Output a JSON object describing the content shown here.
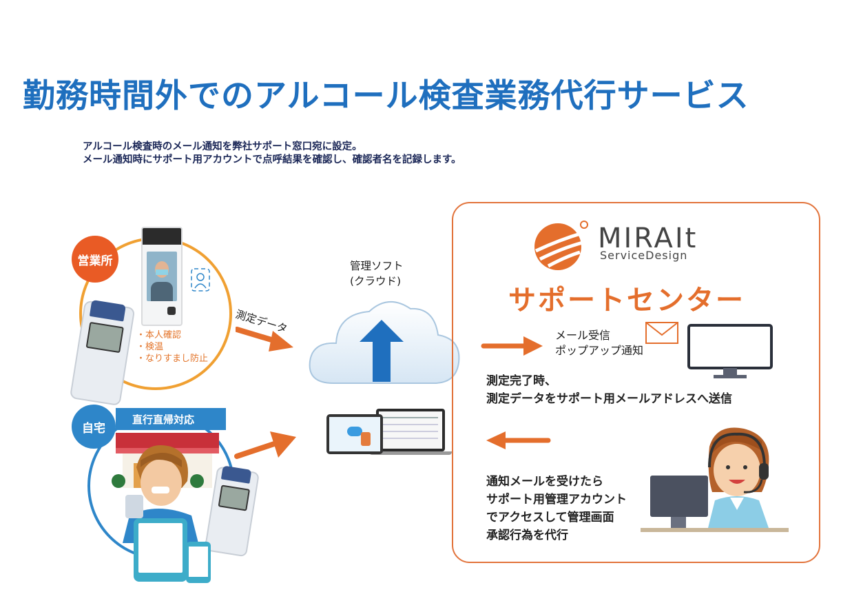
{
  "title": "勤務時間外でのアルコール検査業務代行サービス",
  "description": [
    "アルコール検査時のメール通知を弊社サポート窓口宛に設定。",
    "メール通知時にサポート用アカウントで点呼結果を確認し、確認者名を記録します。"
  ],
  "office": {
    "badge": "営業所",
    "bullets": [
      "・本人確認",
      "・検温",
      "・なりすまし防止"
    ]
  },
  "home": {
    "badge": "自宅",
    "banner": "直行直帰対応"
  },
  "flow": {
    "data_label": "測定データ",
    "cloud_label_1": "管理ソフト",
    "cloud_label_2": "(クラウド)"
  },
  "support": {
    "brand": "MIRAIt",
    "brand_sub": "ServiceDesign",
    "title": "サポートセンター",
    "mail_line_1": "メール受信",
    "mail_line_2": "ポップアップ通知",
    "send_line_1": "測定完了時、",
    "send_line_2": "測定データをサポート用メールアドレスへ送信",
    "act_lines": [
      "通知メールを受けたら",
      "サポート用管理アカウント",
      "でアクセスして管理画面",
      "承認行為を代行"
    ]
  },
  "colors": {
    "title": "#1f6fbe",
    "orange": "#e46e2c",
    "blue": "#2e86c9"
  }
}
